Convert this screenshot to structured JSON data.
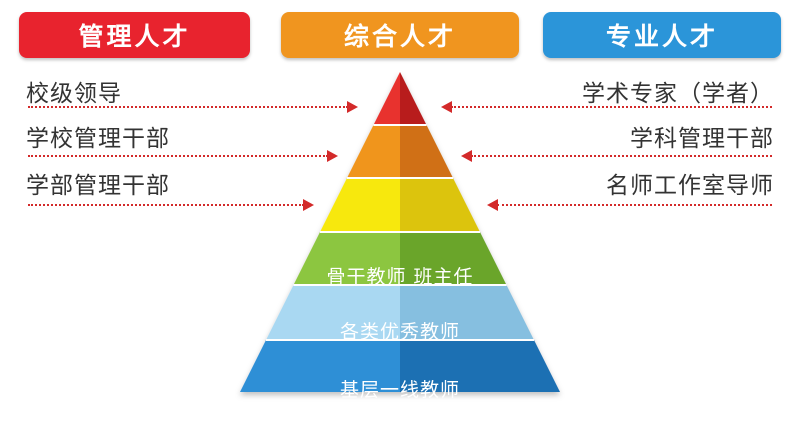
{
  "headers": [
    {
      "label": "管理人才",
      "color": "#e8232e"
    },
    {
      "label": "综合人才",
      "color": "#f0951f"
    },
    {
      "label": "专业人才",
      "color": "#2b95d9"
    }
  ],
  "left_labels": [
    "校级领导",
    "学校管理干部",
    "学部管理干部"
  ],
  "right_labels": [
    "学术专家（学者）",
    "学科管理干部",
    "名师工作室导师"
  ],
  "pyramid_tiers": [
    {
      "text": "",
      "color_light": "#e8302e",
      "color_dark": "#b81b1e"
    },
    {
      "text": "",
      "color_light": "#f0951f",
      "color_dark": "#d06f12"
    },
    {
      "text": "",
      "color_light": "#f7e80c",
      "color_dark": "#dcc40a"
    },
    {
      "text": "骨干教师  班主任",
      "color_light": "#8cc63f",
      "color_dark": "#6aa52c"
    },
    {
      "text": "各类优秀教师",
      "color_light": "#a9d8f2",
      "color_dark": "#86bfe0"
    },
    {
      "text": "基层一线教师",
      "color_light": "#2f8fd6",
      "color_dark": "#1f6fb3"
    }
  ],
  "arrow_color": "#d32a2a"
}
